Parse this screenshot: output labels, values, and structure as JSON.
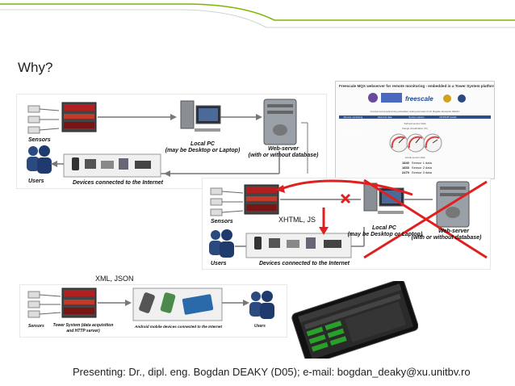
{
  "slide": {
    "title": "Why?",
    "footer": "Presenting: Dr., dipl. eng. Bogdan DEAKY (D05); e-mail: bogdan_deaky@xu.unitbv.ro"
  },
  "colors": {
    "green_curve": "#7ab800",
    "red_mark": "#e11f1f",
    "nav_blue": "#2c4f8a"
  },
  "diagram1": {
    "sensors_label": "Sensors",
    "users_label": "Users",
    "devices_label": "Devices connected to the Internet",
    "local_pc_line1": "Local PC",
    "local_pc_line2": "(may be Desktop or Laptop)",
    "web_server_line1": "Web-server",
    "web_server_line2": "(with or without database)"
  },
  "diagram2": {
    "sensors_label": "Sensors",
    "users_label": "Users",
    "devices_label": "Devices connected to the Internet",
    "local_pc_line1": "Local PC",
    "local_pc_line2": "(may be Desktop or Laptop)",
    "web_server_line1": "Web-server",
    "web_server_line2": "(with or without database)",
    "annotation": "XHTML, JS"
  },
  "diagram3": {
    "annotation": "XML, JSON",
    "sensors_label": "Sensors",
    "tower_line1": "Tower System (data acquisition",
    "tower_line2": "and HTTP server)",
    "android_label": "Android mobile devices connected to the Internet",
    "users_label": "Users"
  },
  "web_screenshot": {
    "header": "Freescale MQX webserver for remote monitoring - embedded in a Tower System platform",
    "subline": "Concept and programming embedded, testing and web-UI: Dr. Bogdan Alexandru DEAKY",
    "nav": [
      "Remote monitoring",
      "Historical data",
      "System options",
      "MCF5235 details",
      "Tower System details"
    ],
    "meta_lines": [
      "Defined sensor data",
      "Gauge visualization (%)",
      "Actual sensor data"
    ],
    "sensors": [
      {
        "value": "1840",
        "label": "Sensor 1 data"
      },
      {
        "value": "1833",
        "label": "Sensor 2 data"
      },
      {
        "value": "2470",
        "label": "Sensor 3 data"
      }
    ]
  }
}
